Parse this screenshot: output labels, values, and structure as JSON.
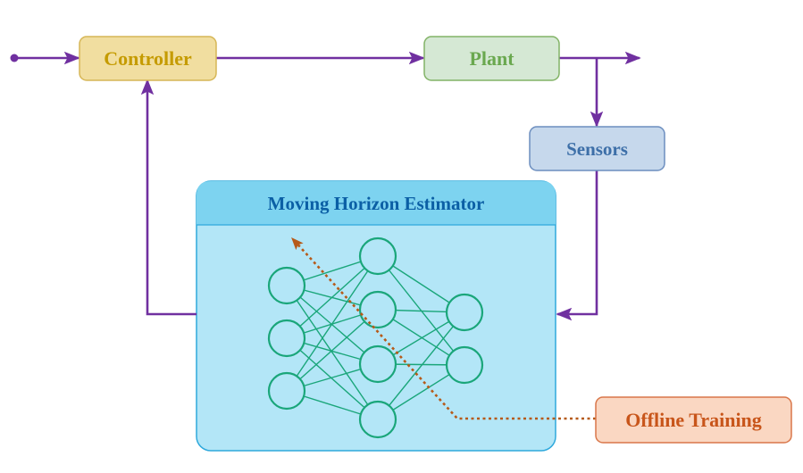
{
  "blocks": {
    "controller": "Controller",
    "plant": "Plant",
    "sensors": "Sensors",
    "estimator": "Moving Horizon Estimator",
    "training": "Offline Training"
  },
  "neural_network": {
    "layers": [
      3,
      4,
      2
    ]
  },
  "colors": {
    "signal": "#7030a0",
    "controller_fill": "#f1dea0",
    "controller_stroke": "#d6b656",
    "controller_text": "#c59b00",
    "plant_fill": "#d5e8d4",
    "plant_stroke": "#82b366",
    "plant_text": "#6aa84f",
    "sensors_fill": "#c6d8ec",
    "sensors_stroke": "#6c8ebf",
    "sensors_text": "#3d6fa8",
    "estimator_fill": "#b3e6f7",
    "estimator_header": "#7dd3f0",
    "estimator_stroke": "#2fa9dc",
    "estimator_text": "#0b5fa5",
    "network": "#1aa67a",
    "training_fill": "#fad7c2",
    "training_stroke": "#d9774a",
    "training_text": "#c8551a",
    "training_path": "#b65a19"
  }
}
